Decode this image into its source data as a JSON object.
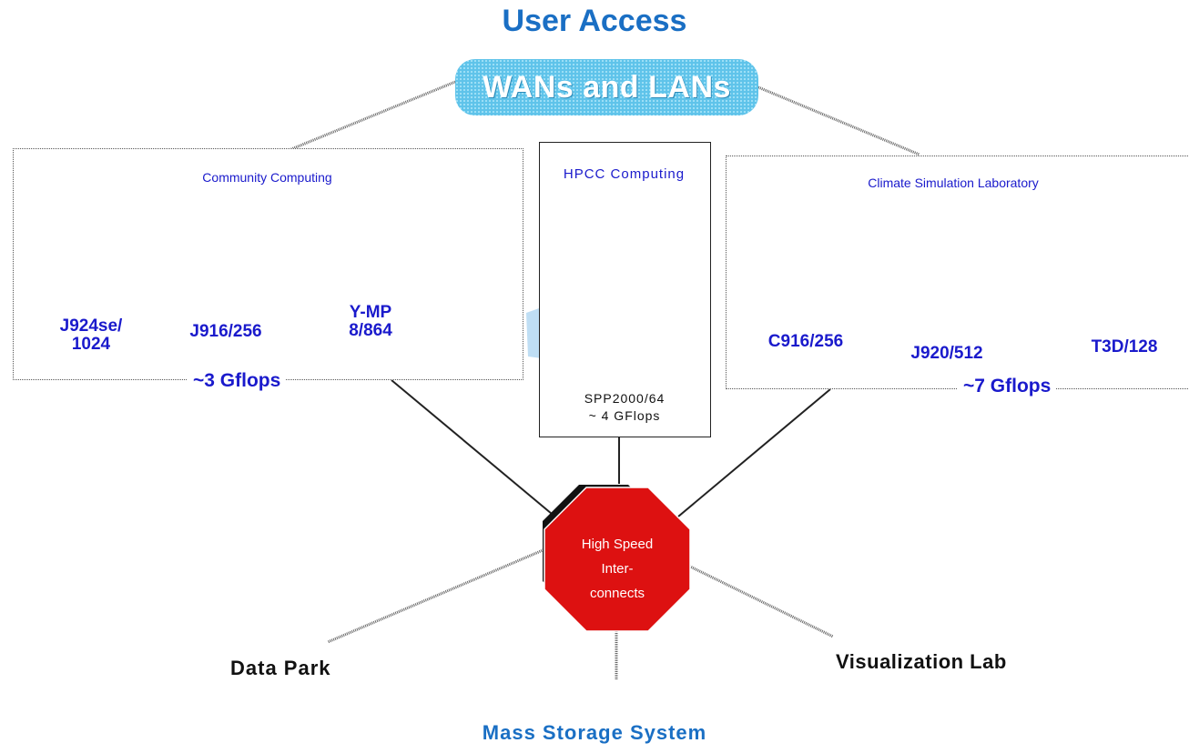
{
  "header": {
    "title": "User Access"
  },
  "network": {
    "label": "WANs and LANs"
  },
  "community": {
    "title": "Community Computing",
    "performance": "~3 Gflops",
    "systems": [
      {
        "line1": "J924se/",
        "line2": "1024"
      },
      {
        "line1": "J916/256",
        "line2": ""
      },
      {
        "line1": "Y-MP",
        "line2": "8/864"
      }
    ]
  },
  "hpcc": {
    "title": "HPCC Computing",
    "system": "SPP2000/64",
    "performance": "~ 4 GFlops"
  },
  "climate": {
    "title": "Climate Simulation Laboratory",
    "performance": "~7 Gflops",
    "systems": [
      {
        "line1": "C916/256"
      },
      {
        "line1": "J920/512"
      },
      {
        "line1": "T3D/128"
      }
    ]
  },
  "hub": {
    "line1": "High Speed",
    "line2": "Inter-",
    "line3": "connects"
  },
  "destinations": {
    "data_park": "Data Park",
    "visualization_lab": "Visualization Lab",
    "mass_storage": "Mass Storage System"
  },
  "colors": {
    "title_blue": "#1a6fc4",
    "label_navy": "#1a1acc",
    "network_cyan": "#5fc3ea",
    "hub_red": "#dd1111",
    "ymp_yellow": "#f2e84a",
    "c916_cyan": "#2aa6d8",
    "t3d_red": "#dd1111"
  }
}
